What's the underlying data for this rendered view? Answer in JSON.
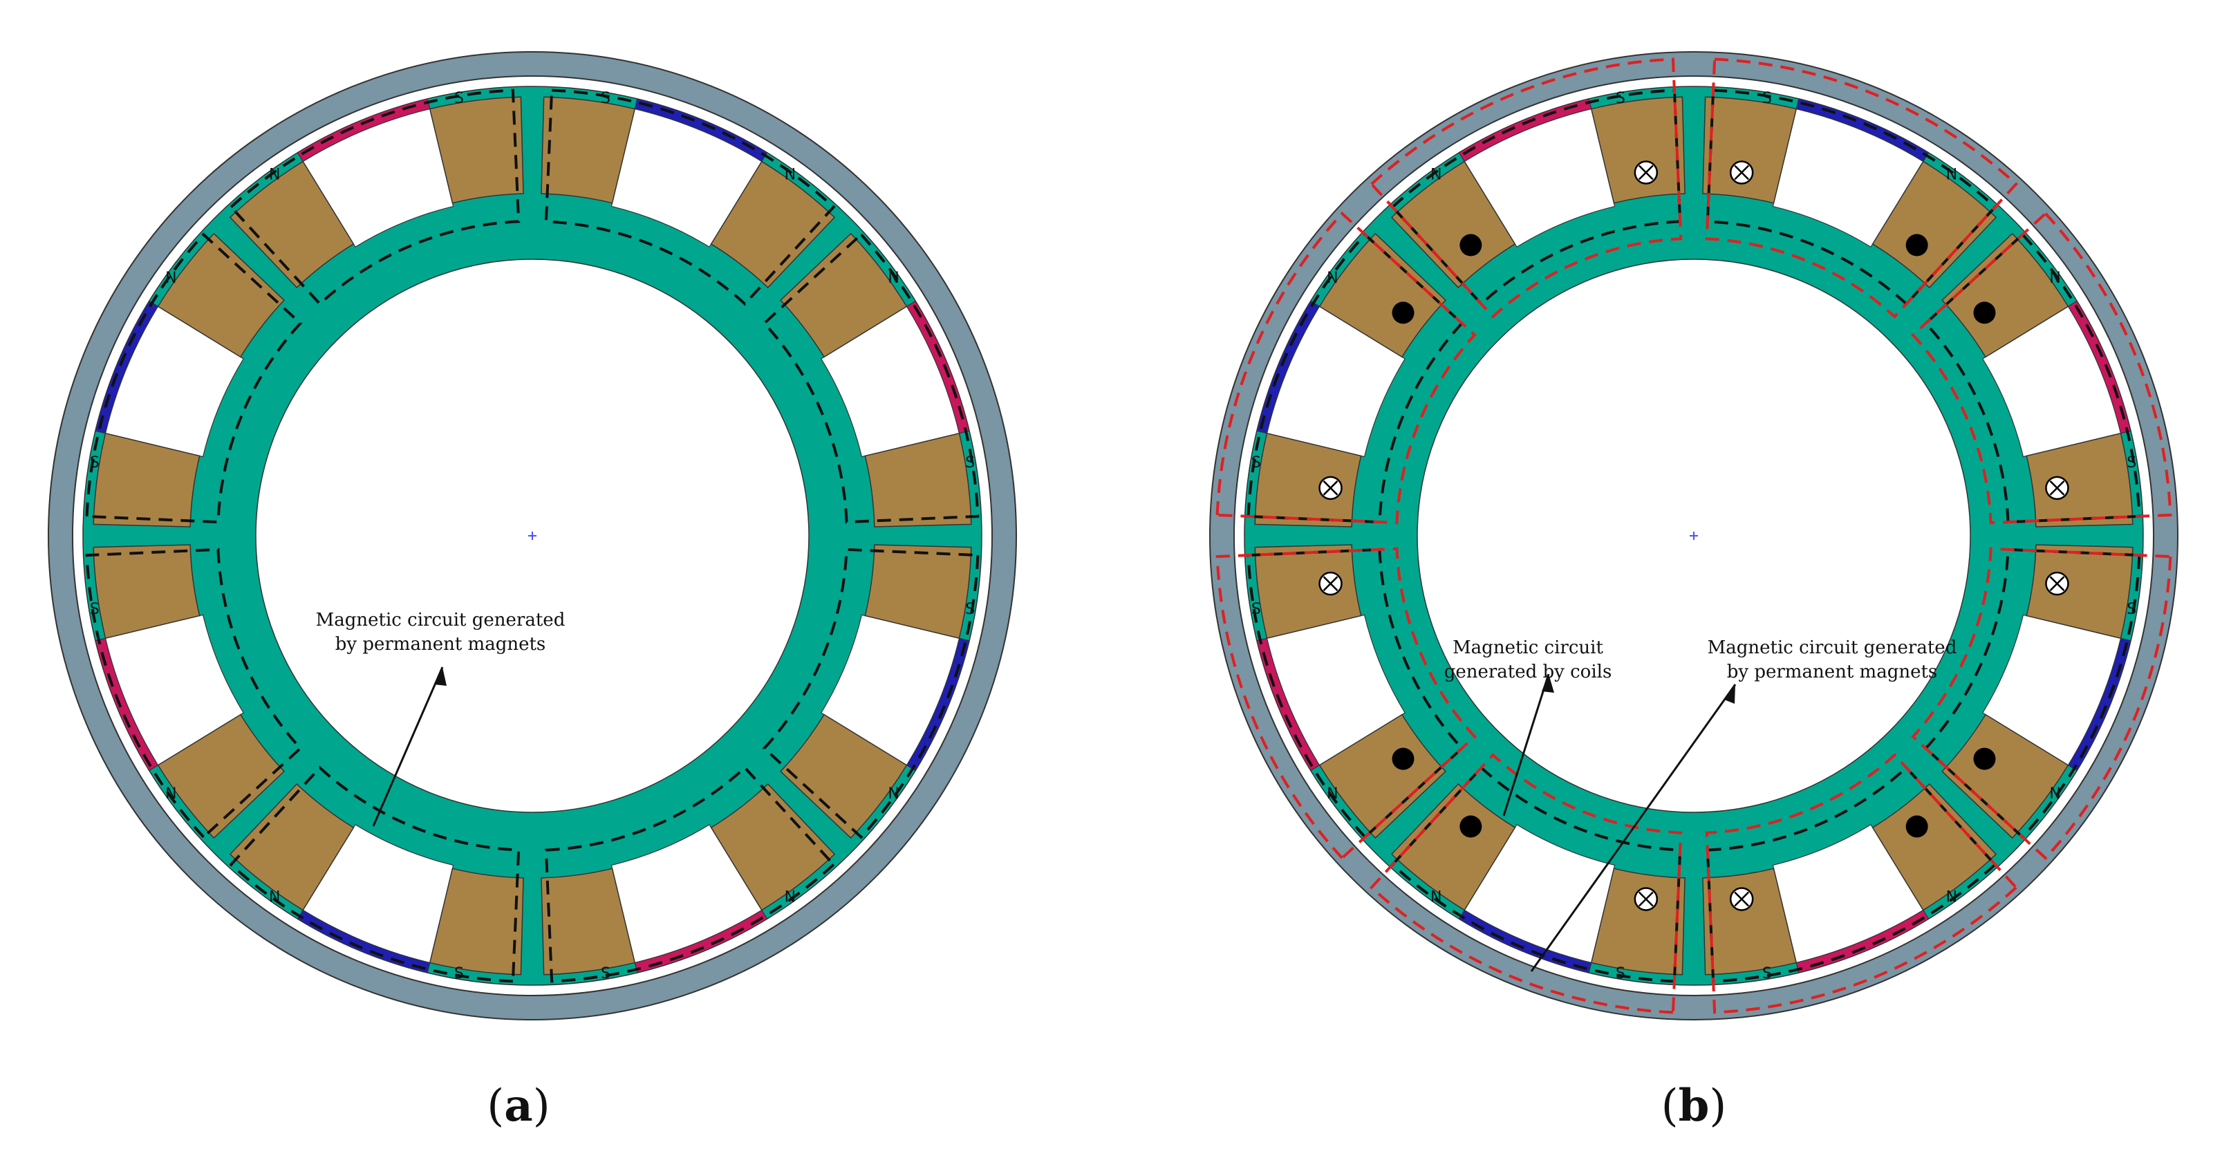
{
  "colors": {
    "outer_ring": "#7a95a4",
    "stator": "#00a68e",
    "coil": "#a98346",
    "magnet_north_red": "#c8175c",
    "magnet_south_blue": "#1f1fb0",
    "pm_path": "#111111",
    "coil_path": "#e02020",
    "background": "#ffffff"
  },
  "panels": [
    {
      "id": "a",
      "caption_letter": "a",
      "annotations": [
        {
          "lines": [
            "Magnetic circuit generated",
            "by permanent magnets"
          ]
        }
      ]
    },
    {
      "id": "b",
      "caption_letter": "b",
      "annotations": [
        {
          "lines": [
            "Magnetic circuit",
            "generated by coils"
          ]
        },
        {
          "lines": [
            "Magnetic circuit generated",
            "by permanent magnets"
          ]
        }
      ]
    }
  ],
  "magnet_labels": {
    "north": "N",
    "south": "S"
  },
  "winding_symbols": [
    "dot-icon",
    "cross-icon"
  ]
}
